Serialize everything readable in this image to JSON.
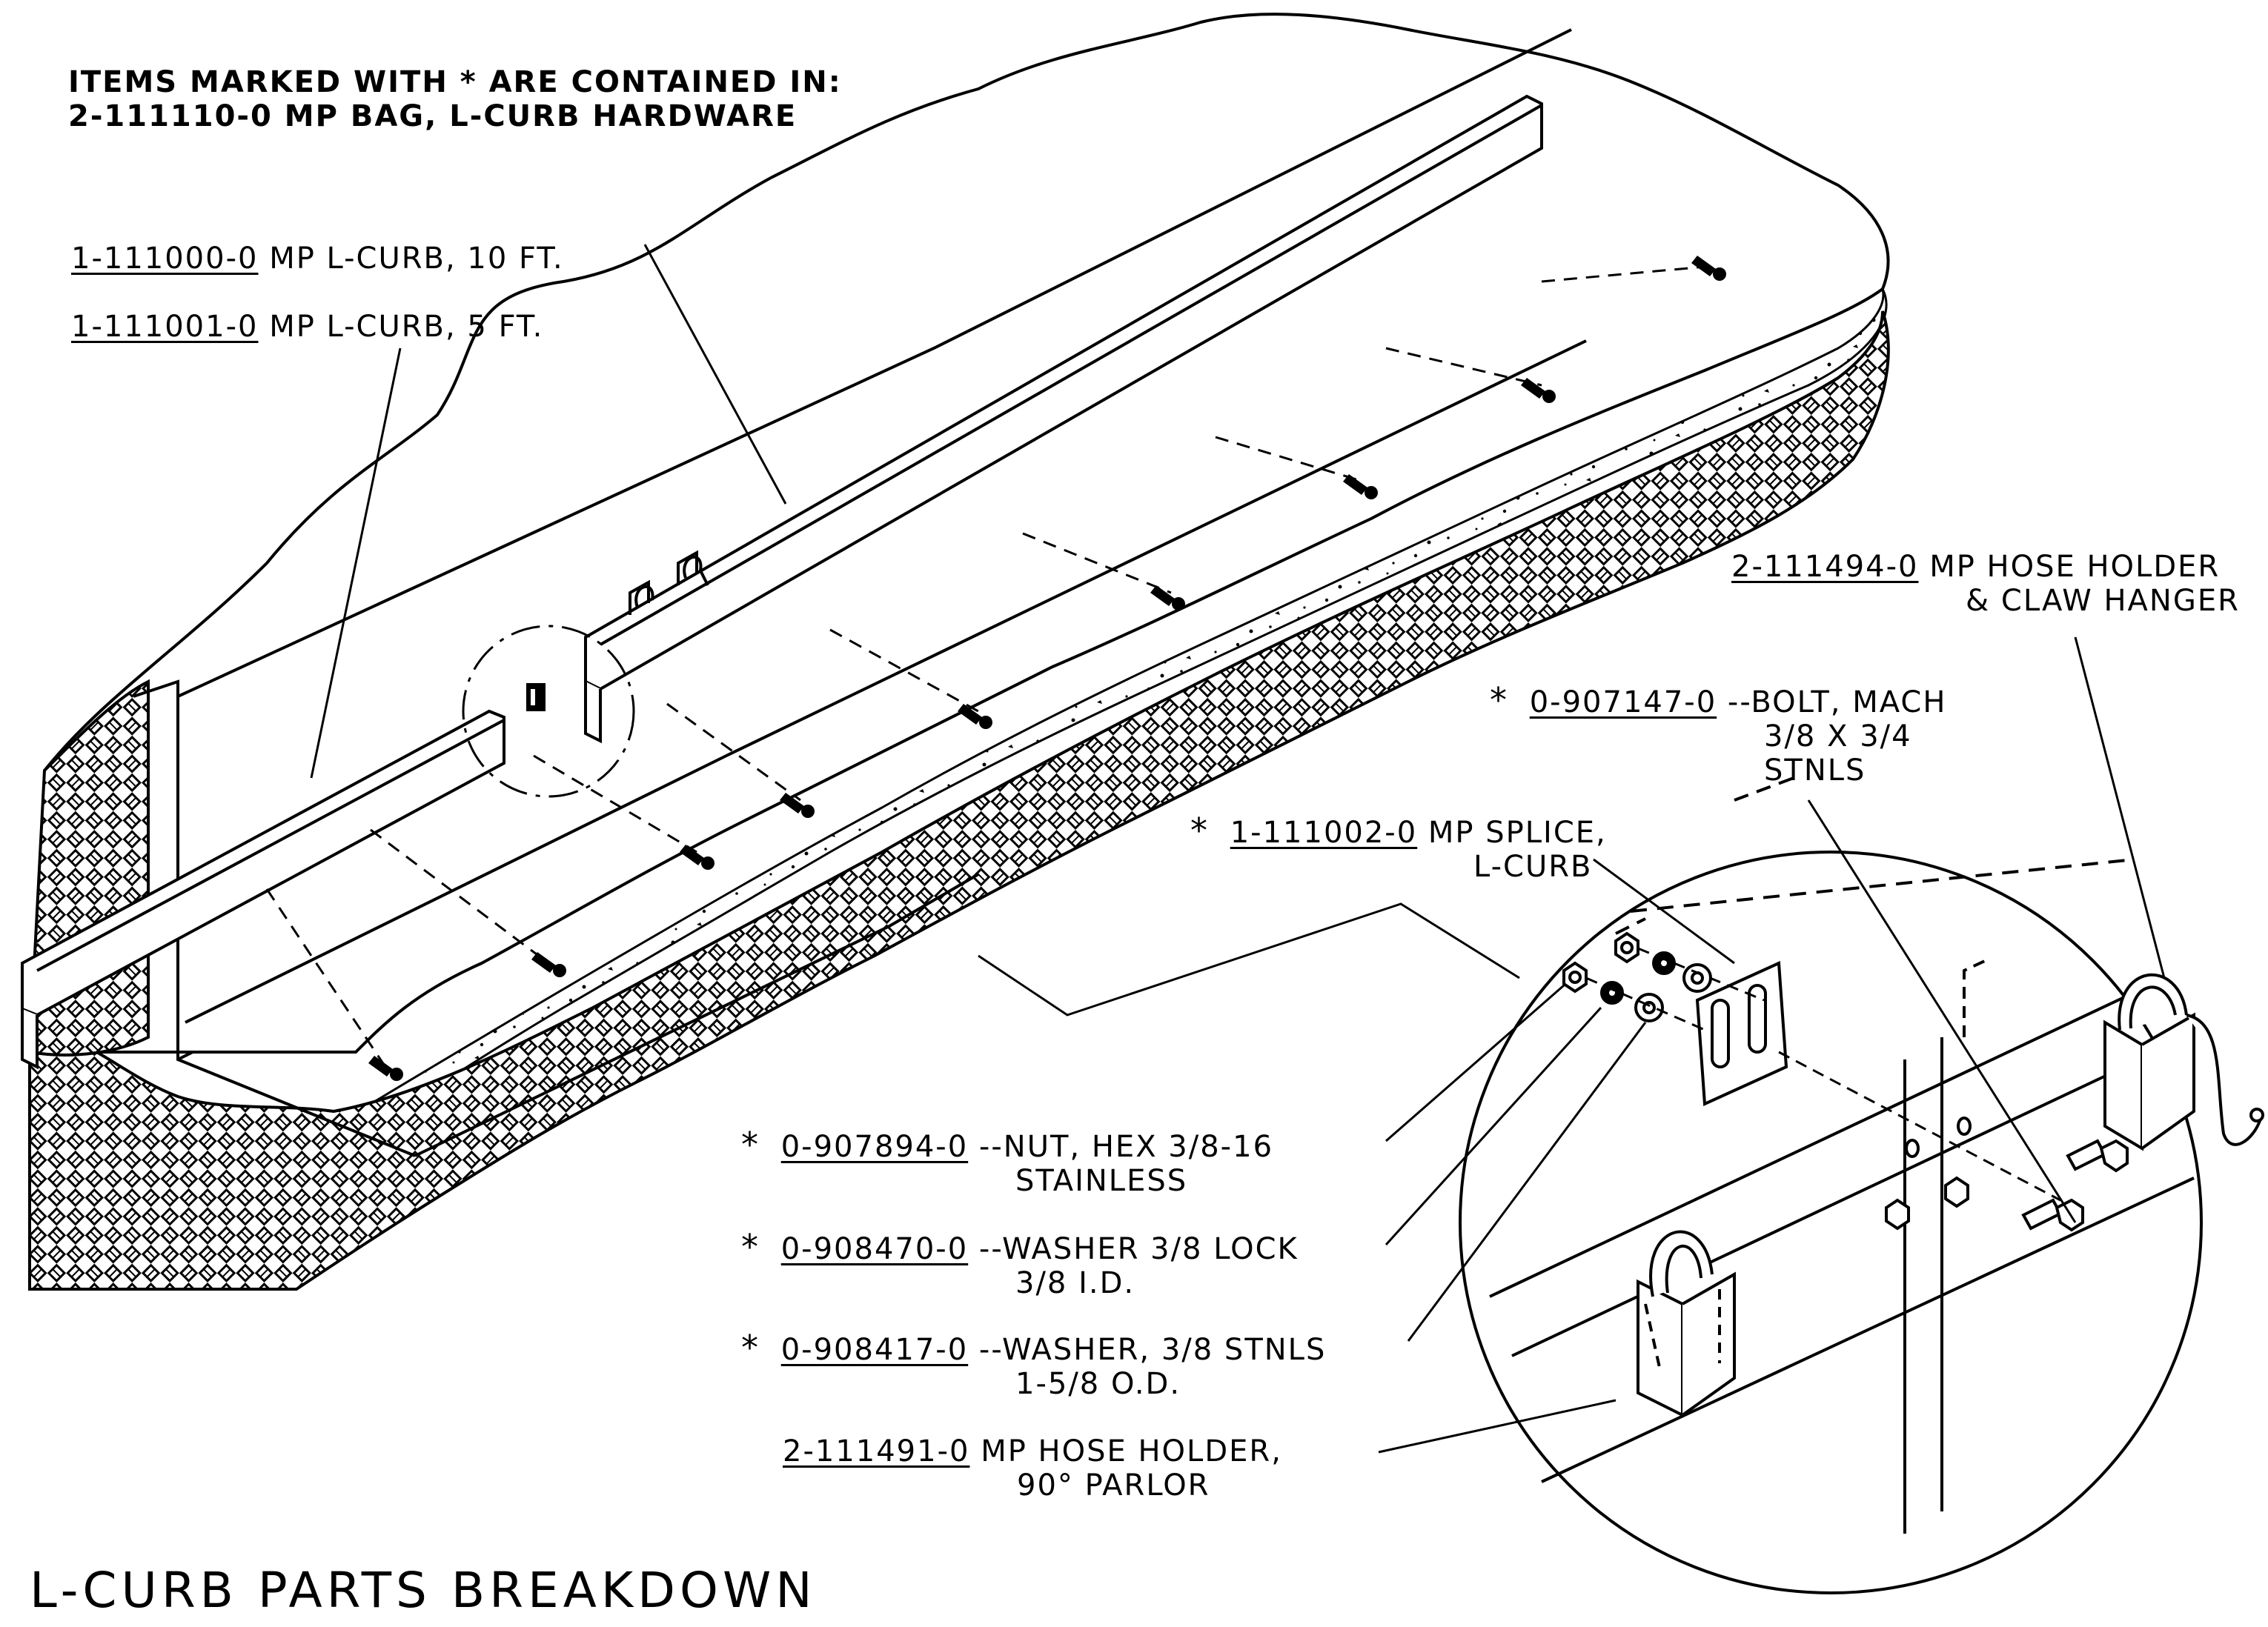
{
  "note": {
    "line1": "ITEMS MARKED WITH * ARE CONTAINED IN:",
    "line2": "2-111110-0 MP BAG, L-CURB HARDWARE"
  },
  "title": "L-CURB PARTS BREAKDOWN",
  "callouts": [
    {
      "star": "",
      "part_no": "1-111000-0",
      "desc": "MP L-CURB, 10 FT.",
      "desc2": ""
    },
    {
      "star": "",
      "part_no": "1-111001-0",
      "desc": "MP L-CURB, 5 FT.",
      "desc2": ""
    },
    {
      "star": "",
      "part_no": "2-111494-0",
      "desc": "MP HOSE HOLDER",
      "desc2": "& CLAW HANGER"
    },
    {
      "star": "*",
      "part_no": "0-907147-0",
      "desc": "--BOLT, MACH",
      "desc2": "3/8 X 3/4",
      "desc3": "STNLS"
    },
    {
      "star": "*",
      "part_no": "1-111002-0",
      "desc": "MP SPLICE,",
      "desc2": "L-CURB"
    },
    {
      "star": "*",
      "part_no": "0-907894-0",
      "desc": "--NUT, HEX 3/8-16",
      "desc2": "STAINLESS"
    },
    {
      "star": "*",
      "part_no": "0-908470-0",
      "desc": "--WASHER 3/8 LOCK",
      "desc2": "3/8 I.D."
    },
    {
      "star": "*",
      "part_no": "0-908417-0",
      "desc": "--WASHER, 3/8 STNLS",
      "desc2": "1-5/8 O.D."
    },
    {
      "star": "",
      "part_no": "2-111491-0",
      "desc": "MP HOSE HOLDER,",
      "desc2": "90° PARLOR"
    }
  ]
}
